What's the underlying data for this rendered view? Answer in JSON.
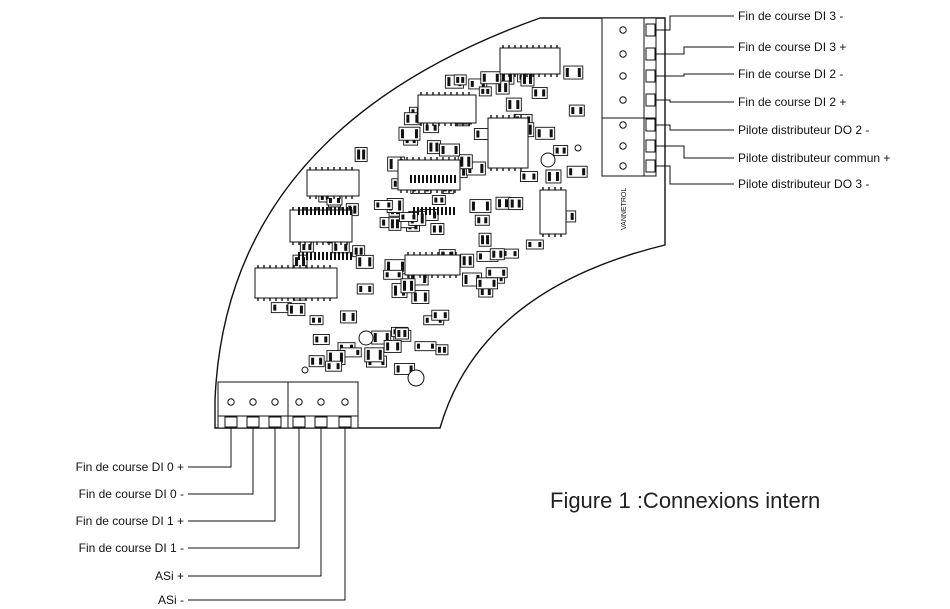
{
  "figure": {
    "caption": "Figure 1 :Connexions intern"
  },
  "right_labels": [
    "Fin de course DI 3 -",
    "Fin de course DI 3 +",
    "Fin de course DI 2 -",
    "Fin de course DI 2 +",
    "Pilote distributeur DO 2 -",
    "Pilote distributeur commun +",
    "Pilote distributeur DO 3 -"
  ],
  "bottom_labels": [
    "Fin de course DI 0 +",
    "Fin de course DI 0 -",
    "Fin de course DI 1 +",
    "Fin de course DI 1 -",
    "ASi +",
    "ASi -"
  ],
  "board": {
    "brand": "VANNETROL"
  }
}
